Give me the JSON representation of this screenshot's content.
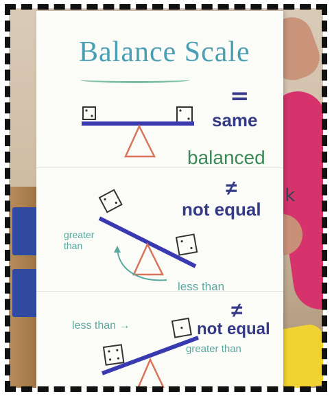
{
  "poster": {
    "title": "Balance Scale",
    "section1": {
      "symbol": "=",
      "word1": "same",
      "word2": "balanced"
    },
    "section2": {
      "symbol": "≠",
      "label": "not equal",
      "left_label": "greater than",
      "right_label": "less than"
    },
    "section3": {
      "left_label": "less than →",
      "symbol": "≠",
      "label": "not equal",
      "right_label": "greater than"
    }
  },
  "background": {
    "partial_sign_text": "lk"
  },
  "colors": {
    "title": "#4a9fb4",
    "navy": "#343a86",
    "green": "#3b8a56",
    "teal": "#5aa9a0",
    "triangle": "#d9735a",
    "border": "#111111"
  }
}
